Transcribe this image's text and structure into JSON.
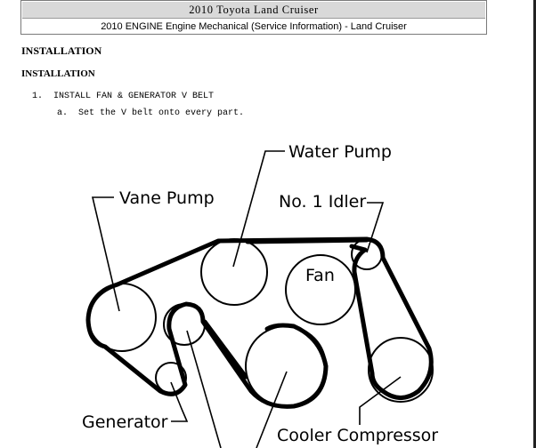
{
  "header": {
    "title": "2010 Toyota Land Cruiser",
    "subtitle": "2010 ENGINE Engine Mechanical (Service Information) - Land Cruiser"
  },
  "document": {
    "heading_main": "INSTALLATION",
    "heading_sub": "INSTALLATION",
    "step": "1.  INSTALL FAN & GENERATOR V BELT",
    "substep": "a.  Set the V belt onto every part."
  },
  "diagram": {
    "labels": {
      "water_pump": "Water Pump",
      "vane_pump": "Vane Pump",
      "no1_idler": "No. 1 Idler",
      "fan": "Fan",
      "generator": "Generator",
      "cooler_compressor": "Cooler Compressor"
    }
  }
}
